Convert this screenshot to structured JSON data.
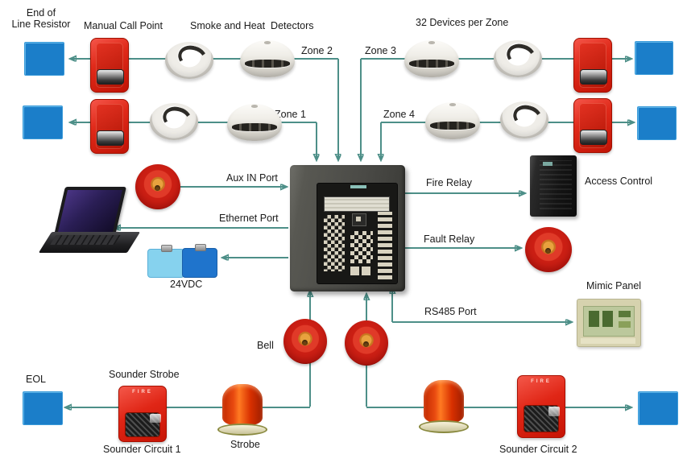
{
  "labels": {
    "end_of_line_resistor": "End of\nLine Resistor",
    "manual_call_point": "Manual Call Point",
    "smoke_heat_detectors": "Smoke and Heat  Detectors",
    "devices_per_zone": "32 Devices per Zone",
    "zone_1": "Zone 1",
    "zone_2": "Zone 2",
    "zone_3": "Zone 3",
    "zone_4": "Zone 4",
    "aux_in_port": "Aux IN Port",
    "ethernet_port": "Ethernet Port",
    "dc_supply": "24VDC",
    "fire_relay": "Fire Relay",
    "fault_relay": "Fault Relay",
    "rs485_port": "RS485 Port",
    "access_control": "Access Control",
    "mimic_panel": "Mimic Panel",
    "bell": "Bell",
    "eol": "EOL",
    "sounder_strobe": "Sounder Strobe",
    "sounder_circuit_1": "Sounder Circuit 1",
    "strobe": "Strobe",
    "sounder_circuit_2": "Sounder Circuit 2",
    "device_fire_text": "FIRE"
  },
  "colors": {
    "line-color": "#4d8f88",
    "blue-box": "#1b7ec9",
    "device-red": "#dd2012",
    "strobe-orange": "#e84a10",
    "panel-gray": "#4a4a46",
    "mimic-beige": "#d6d2ae",
    "battery-light": "#86d2ee",
    "battery-dark": "#1f74cc"
  }
}
